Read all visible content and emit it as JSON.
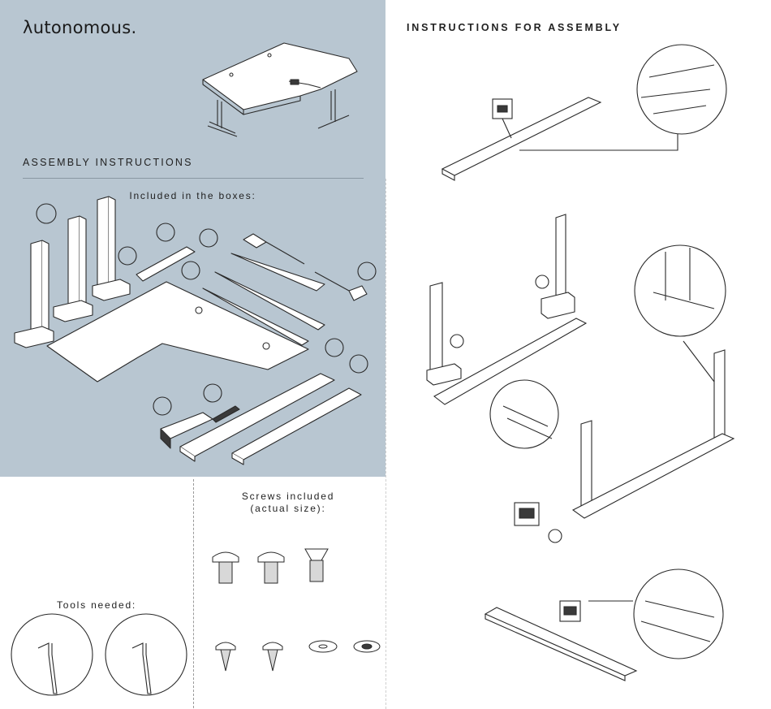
{
  "brand": {
    "logo_text": "λutonomous."
  },
  "left": {
    "section_heading": "ASSEMBLY INSTRUCTIONS",
    "included_title": "Included in the boxes:"
  },
  "right": {
    "title": "INSTRUCTIONS FOR ASSEMBLY"
  },
  "tools": {
    "title": "Tools needed:"
  },
  "screws": {
    "title_line1": "Screws included",
    "title_line2": "(actual size):"
  },
  "colors": {
    "panel_bg": "#b8c6d1",
    "line": "#2a2a2a",
    "part_fill": "#ffffff",
    "dark_part": "#3a3a3a"
  }
}
